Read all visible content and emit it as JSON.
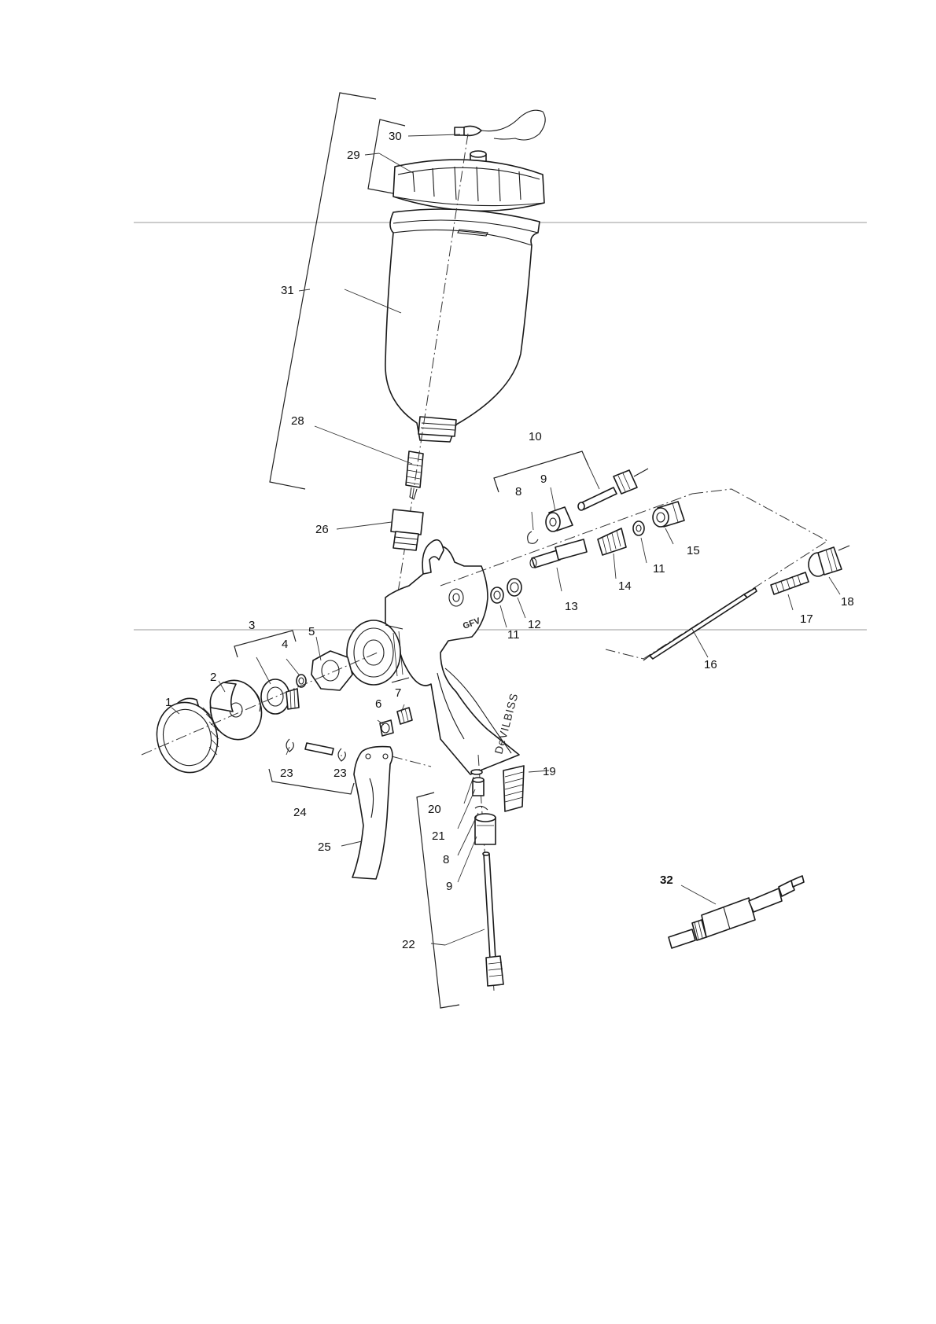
{
  "diagram": {
    "labels": {
      "p1": "1",
      "p2": "2",
      "p3": "3",
      "p4": "4",
      "p5": "5",
      "p6": "6",
      "p7": "7",
      "p8a": "8",
      "p8b": "8",
      "p9a": "9",
      "p9b": "9",
      "p10": "10",
      "p11a": "11",
      "p11b": "11",
      "p12": "12",
      "p13": "13",
      "p14": "14",
      "p15": "15",
      "p16": "16",
      "p17": "17",
      "p18": "18",
      "p19": "19",
      "p20": "20",
      "p21": "21",
      "p22": "22",
      "p23a": "23",
      "p23b": "23",
      "p24": "24",
      "p25": "25",
      "p26": "26",
      "p28": "28",
      "p29": "29",
      "p30": "30",
      "p31": "31",
      "p32": "32"
    },
    "brand_text": "DeVILBISS",
    "brand_badge": "GFV"
  }
}
